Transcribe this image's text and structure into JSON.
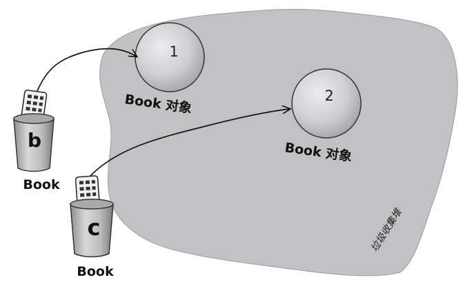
{
  "objects": [
    {
      "number": "1",
      "label": "Book 对象"
    },
    {
      "number": "2",
      "label": "Book 对象"
    }
  ],
  "references": [
    {
      "var": "b",
      "type": "Book"
    },
    {
      "var": "c",
      "type": "Book"
    }
  ],
  "heap_label": "垃圾收集堆",
  "colors": {
    "heap": "#c2c2c4",
    "object_fill": "#d6d6d8",
    "object_stroke": "#333333",
    "cup": "#bdbdbd",
    "ink": "#111111"
  },
  "icons": [
    "remote-control-icon",
    "cup-icon"
  ]
}
